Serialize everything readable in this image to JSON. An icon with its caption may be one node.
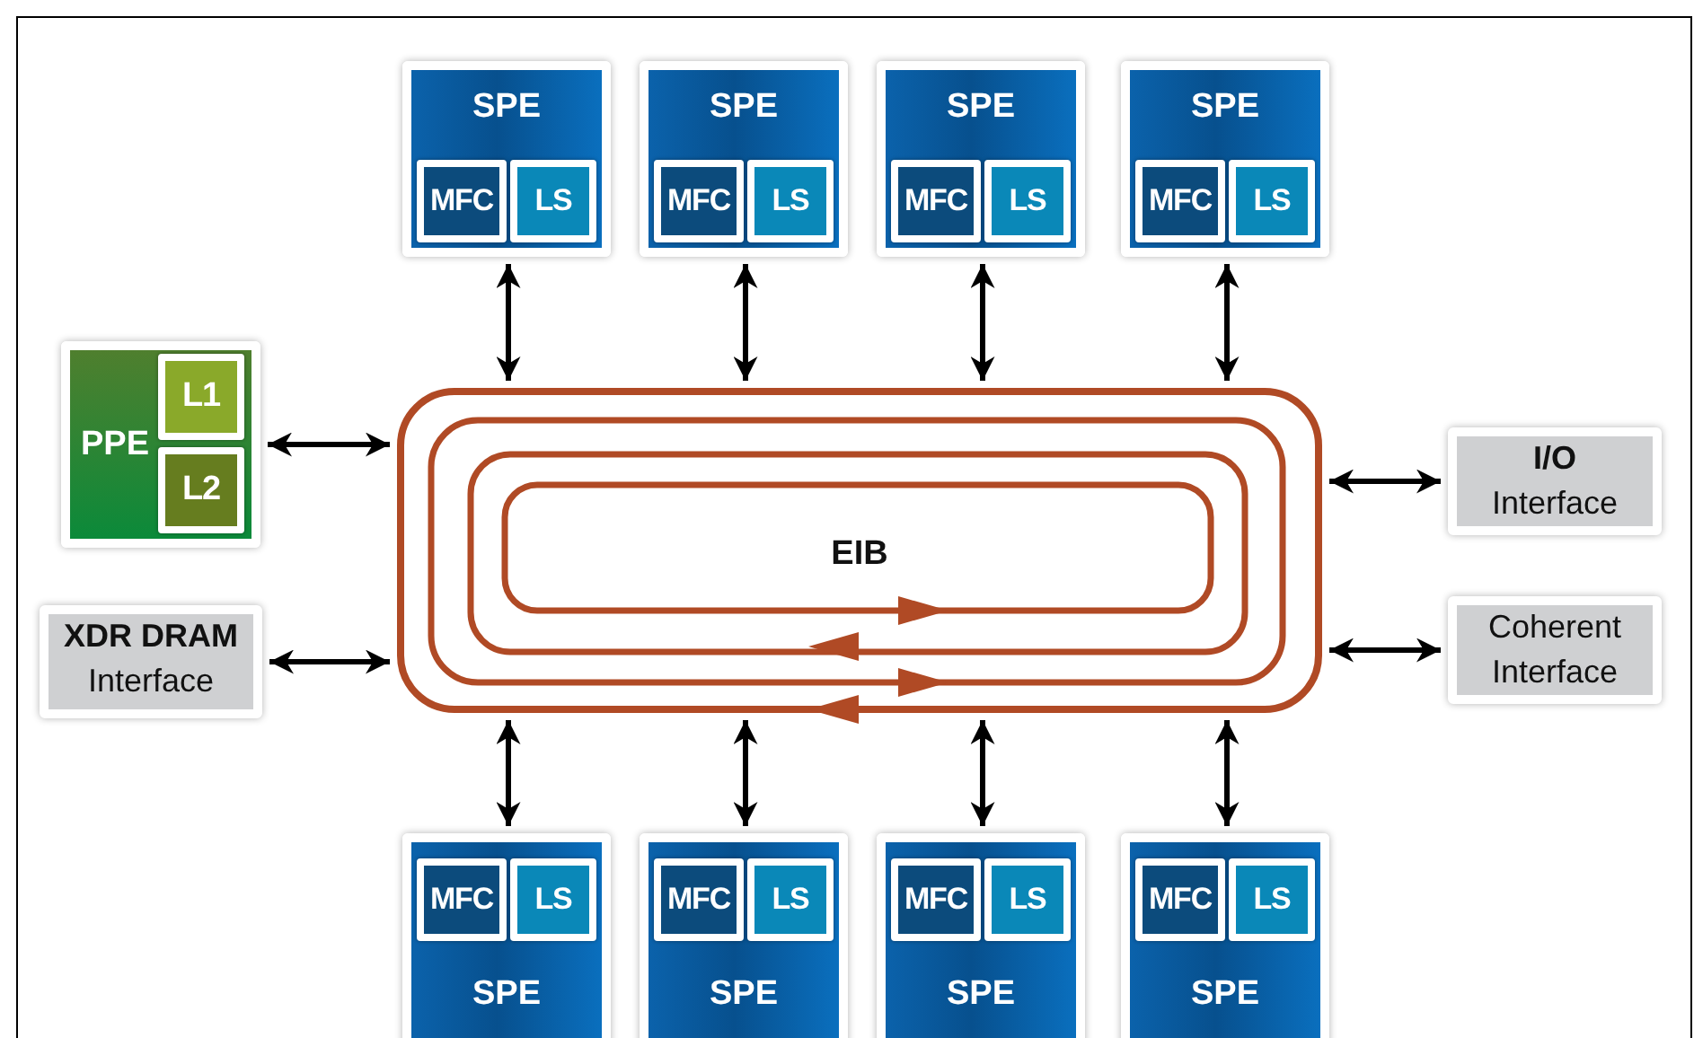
{
  "diagram": {
    "nodes": [
      {
        "text": [
          "SPE"
        ]
      },
      {
        "text": [
          "MFC"
        ],
        "in": 0
      },
      {
        "text": [
          "LS"
        ],
        "in": 0
      },
      {
        "text": [
          "SPE"
        ]
      },
      {
        "text": [
          "MFC"
        ],
        "in": 3
      },
      {
        "text": [
          "LS"
        ],
        "in": 3
      },
      {
        "text": [
          "SPE"
        ]
      },
      {
        "text": [
          "MFC"
        ],
        "in": 6
      },
      {
        "text": [
          "LS"
        ],
        "in": 6
      },
      {
        "text": [
          "SPE"
        ]
      },
      {
        "text": [
          "MFC"
        ],
        "in": 9
      },
      {
        "text": [
          "LS"
        ],
        "in": 9
      },
      {
        "text": [
          "PPE"
        ]
      },
      {
        "text": [
          "L1"
        ],
        "in": 12
      },
      {
        "text": [
          "L2"
        ],
        "in": 12
      },
      {
        "text": [
          "I/O",
          "Interface"
        ]
      },
      {
        "text": [
          "EIB"
        ]
      },
      {
        "text": [
          "XDR DRAM",
          "Interface"
        ]
      },
      {
        "text": [
          "Coherent",
          "Interface"
        ]
      },
      {
        "text": [
          "SPE"
        ]
      },
      {
        "text": [
          "MFC"
        ],
        "in": 19
      },
      {
        "text": [
          "LS"
        ],
        "in": 19
      },
      {
        "text": [
          "SPE"
        ]
      },
      {
        "text": [
          "MFC"
        ],
        "in": 22
      },
      {
        "text": [
          "LS"
        ],
        "in": 22
      },
      {
        "text": [
          "SPE"
        ]
      },
      {
        "text": [
          "MFC"
        ],
        "in": 25
      },
      {
        "text": [
          "LS"
        ],
        "in": 25
      },
      {
        "text": [
          "SPE"
        ]
      },
      {
        "text": [
          "MFC"
        ],
        "in": 28
      },
      {
        "text": [
          "LS"
        ],
        "in": 28
      }
    ],
    "edges": [
      {
        "from": 0,
        "to": 16,
        "arrow": "both"
      },
      {
        "from": 3,
        "to": 16,
        "arrow": "both"
      },
      {
        "from": 6,
        "to": 16,
        "arrow": "both"
      },
      {
        "from": 9,
        "to": 16,
        "arrow": "both"
      },
      {
        "from": 12,
        "to": 16,
        "arrow": "both"
      },
      {
        "from": 16,
        "to": 15,
        "arrow": "both"
      },
      {
        "from": 17,
        "to": 16,
        "arrow": "both"
      },
      {
        "from": 16,
        "to": 18,
        "arrow": "both"
      },
      {
        "from": 16,
        "to": 19,
        "arrow": "both"
      },
      {
        "from": 16,
        "to": 22,
        "arrow": "both"
      },
      {
        "from": 16,
        "to": 25,
        "arrow": "both"
      },
      {
        "from": 16,
        "to": 28,
        "arrow": "both"
      }
    ]
  }
}
